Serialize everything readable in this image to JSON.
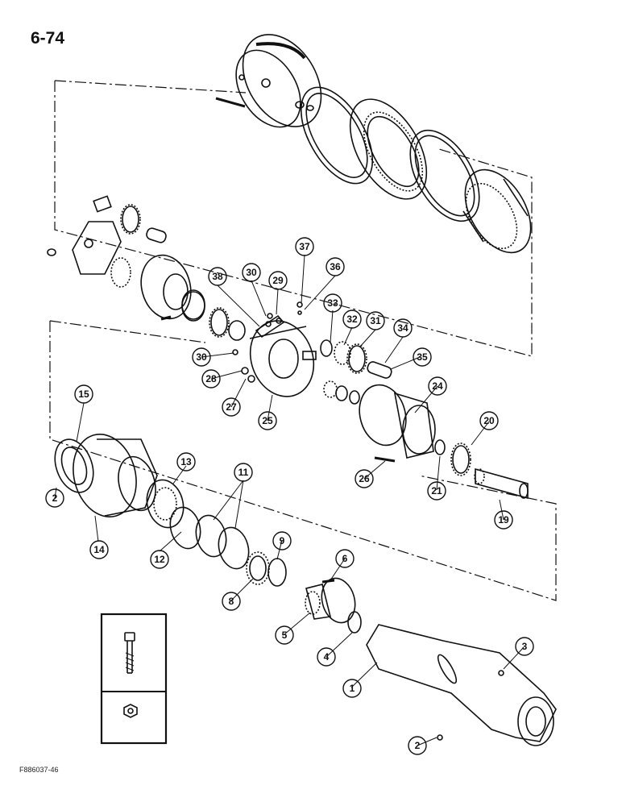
{
  "page": {
    "number": "6-74",
    "figure_code": "F886037-46"
  },
  "callouts": [
    {
      "id": "c1",
      "label": "1"
    },
    {
      "id": "c2a",
      "label": "2"
    },
    {
      "id": "c2b",
      "label": "2"
    },
    {
      "id": "c3",
      "label": "3"
    },
    {
      "id": "c4",
      "label": "4"
    },
    {
      "id": "c5",
      "label": "5"
    },
    {
      "id": "c6",
      "label": "6"
    },
    {
      "id": "c8",
      "label": "8"
    },
    {
      "id": "c9",
      "label": "9"
    },
    {
      "id": "c11",
      "label": "11"
    },
    {
      "id": "c12",
      "label": "12"
    },
    {
      "id": "c13",
      "label": "13"
    },
    {
      "id": "c14",
      "label": "14"
    },
    {
      "id": "c15",
      "label": "15"
    },
    {
      "id": "c19",
      "label": "19"
    },
    {
      "id": "c20",
      "label": "20"
    },
    {
      "id": "c21",
      "label": "21"
    },
    {
      "id": "c24",
      "label": "24"
    },
    {
      "id": "c25",
      "label": "25"
    },
    {
      "id": "c26",
      "label": "26"
    },
    {
      "id": "c27",
      "label": "27"
    },
    {
      "id": "c28",
      "label": "28"
    },
    {
      "id": "c29",
      "label": "29"
    },
    {
      "id": "c30a",
      "label": "30"
    },
    {
      "id": "c30b",
      "label": "30"
    },
    {
      "id": "c31",
      "label": "31"
    },
    {
      "id": "c32",
      "label": "32"
    },
    {
      "id": "c33",
      "label": "33"
    },
    {
      "id": "c34",
      "label": "34"
    },
    {
      "id": "c35",
      "label": "35"
    },
    {
      "id": "c36",
      "label": "36"
    },
    {
      "id": "c37",
      "label": "37"
    },
    {
      "id": "c38",
      "label": "38"
    }
  ]
}
